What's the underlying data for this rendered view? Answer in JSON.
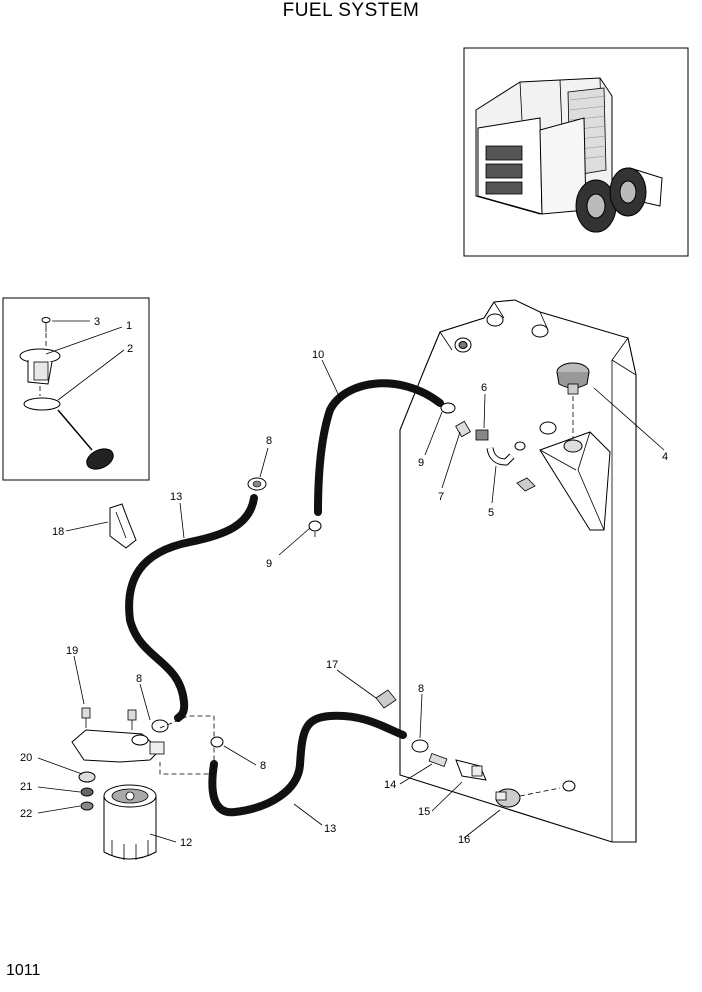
{
  "title": "FUEL SYSTEM",
  "page_number": "1011",
  "callouts": [
    {
      "id": "c3",
      "label": "3"
    },
    {
      "id": "c1",
      "label": "1"
    },
    {
      "id": "c2",
      "label": "2"
    },
    {
      "id": "c10",
      "label": "10"
    },
    {
      "id": "c6",
      "label": "6"
    },
    {
      "id": "c4",
      "label": "4"
    },
    {
      "id": "c9a",
      "label": "9"
    },
    {
      "id": "c7",
      "label": "7"
    },
    {
      "id": "c5",
      "label": "5"
    },
    {
      "id": "c8a",
      "label": "8"
    },
    {
      "id": "c13a",
      "label": "13"
    },
    {
      "id": "c18",
      "label": "18"
    },
    {
      "id": "c9b",
      "label": "9"
    },
    {
      "id": "c19",
      "label": "19"
    },
    {
      "id": "c8b",
      "label": "8"
    },
    {
      "id": "c17",
      "label": "17"
    },
    {
      "id": "c8c",
      "label": "8"
    },
    {
      "id": "c20",
      "label": "20"
    },
    {
      "id": "c8d",
      "label": "8"
    },
    {
      "id": "c21",
      "label": "21"
    },
    {
      "id": "c14",
      "label": "14"
    },
    {
      "id": "c22",
      "label": "22"
    },
    {
      "id": "c15",
      "label": "15"
    },
    {
      "id": "c13b",
      "label": "13"
    },
    {
      "id": "c12",
      "label": "12"
    },
    {
      "id": "c16",
      "label": "16"
    }
  ]
}
